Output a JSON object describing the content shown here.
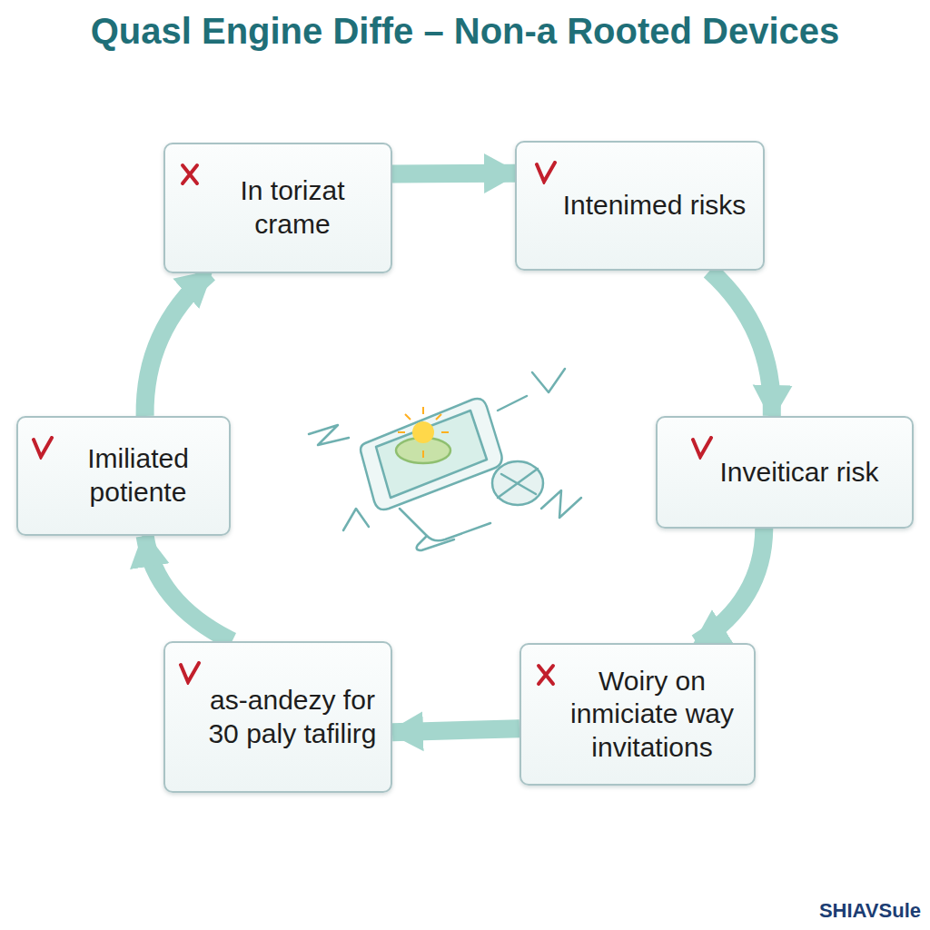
{
  "diagram": {
    "title": "Quasl Engine Diffe – Non-a Rooted Devices",
    "nodes": [
      {
        "text": [
          "In torizat crame"
        ]
      },
      {
        "text": [
          "Intenimed risks"
        ]
      },
      {
        "text": [
          "Imiliated potiente"
        ]
      },
      {
        "text": [
          "Inveiticar risk"
        ]
      },
      {
        "text": [
          "as-andezy for 30 paly tafilirg"
        ]
      },
      {
        "text": [
          "Woiry on inmiciate way invitations"
        ]
      }
    ],
    "edges": [
      {
        "from": 0,
        "to": 1,
        "arrow": "to"
      },
      {
        "from": 1,
        "to": 3,
        "arrow": "to"
      },
      {
        "from": 3,
        "to": 5,
        "arrow": "to"
      },
      {
        "from": 5,
        "to": 4,
        "arrow": "to"
      },
      {
        "from": 4,
        "to": 2,
        "arrow": "to"
      },
      {
        "from": 2,
        "to": 0,
        "arrow": "to"
      }
    ],
    "labels": [
      "SHIAVSule"
    ]
  }
}
